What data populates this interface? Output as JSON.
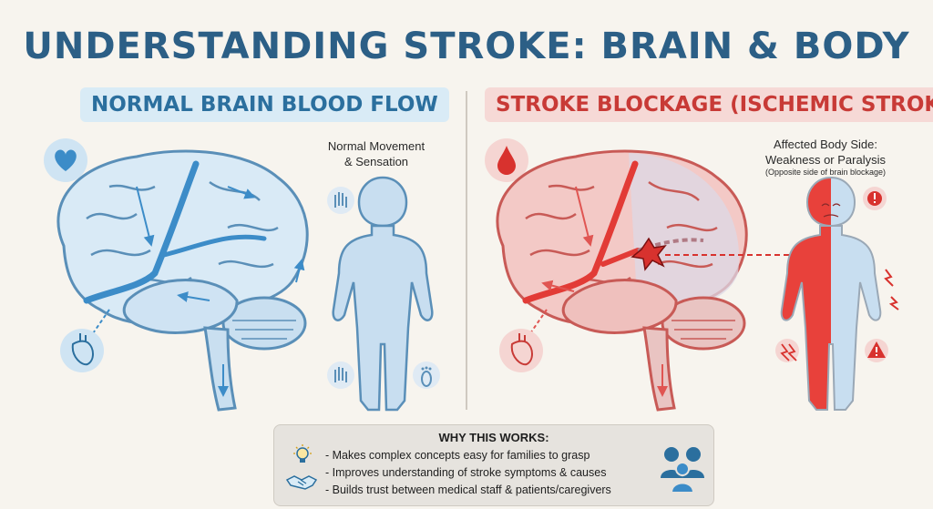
{
  "title": "UNDERSTANDING STROKE: BRAIN & BODY",
  "left_panel": {
    "heading": "NORMAL BRAIN BLOOD FLOW",
    "body_label_line1": "Normal Movement",
    "body_label_line2": "& Sensation"
  },
  "right_panel": {
    "heading": "STROKE BLOCKAGE (ISCHEMIC STROKE)",
    "body_label_line1": "Affected Body Side:",
    "body_label_line2": "Weakness or Paralysis",
    "body_label_note": "(Opposite side of brain blockage)"
  },
  "info": {
    "heading": "WHY THIS WORKS:",
    "points": [
      "- Makes complex concepts easy for families to grasp",
      "- Improves understanding of stroke symptoms & causes",
      "- Builds trust between medical staff & patients/caregivers"
    ]
  },
  "colors": {
    "title": "#2c5f86",
    "normal_blue": "#3c8cc8",
    "stroke_red": "#e23b36",
    "background": "#f7f4ee"
  },
  "icons": {
    "left_top": "heart-icon",
    "left_bottom": "anatomical-heart-icon",
    "left_hand": "hand-icon",
    "left_foot": "foot-icon",
    "right_top": "blood-drop-icon",
    "right_bottom": "anatomical-heart-icon",
    "warnings": "warning-icon",
    "nerve": "lightning-icon",
    "info_bulb": "lightbulb-icon",
    "info_handshake": "handshake-icon",
    "info_people": "family-icon"
  }
}
